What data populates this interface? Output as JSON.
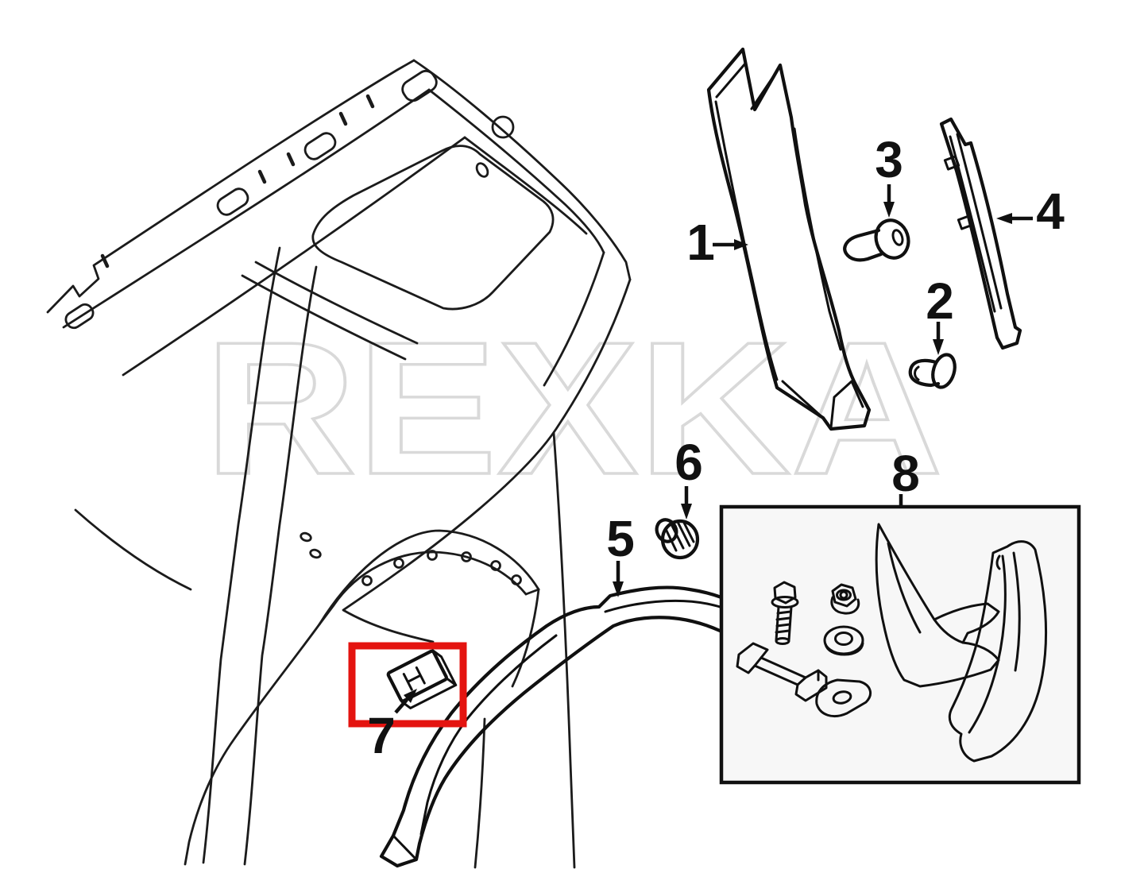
{
  "diagram": {
    "title_watermark": "REXKA",
    "colors": {
      "background": "#ffffff",
      "line_art": "#1b1b1b",
      "highlight_red": "#e41410",
      "watermark_gray": "#d9d9d9",
      "kit_box_fill": "#f7f7f7"
    },
    "callouts": [
      {
        "label": "1",
        "arrow": "right"
      },
      {
        "label": "2",
        "arrow": "down"
      },
      {
        "label": "3",
        "arrow": "down"
      },
      {
        "label": "4",
        "arrow": "left"
      },
      {
        "label": "5",
        "arrow": "down"
      },
      {
        "label": "6",
        "arrow": "down"
      },
      {
        "label": "7",
        "arrow": "up-right"
      },
      {
        "label": "8",
        "arrow": "connector-line"
      }
    ],
    "highlight": {
      "shape": "rectangle",
      "color": "#e41410",
      "marks_part_label": "7"
    }
  }
}
